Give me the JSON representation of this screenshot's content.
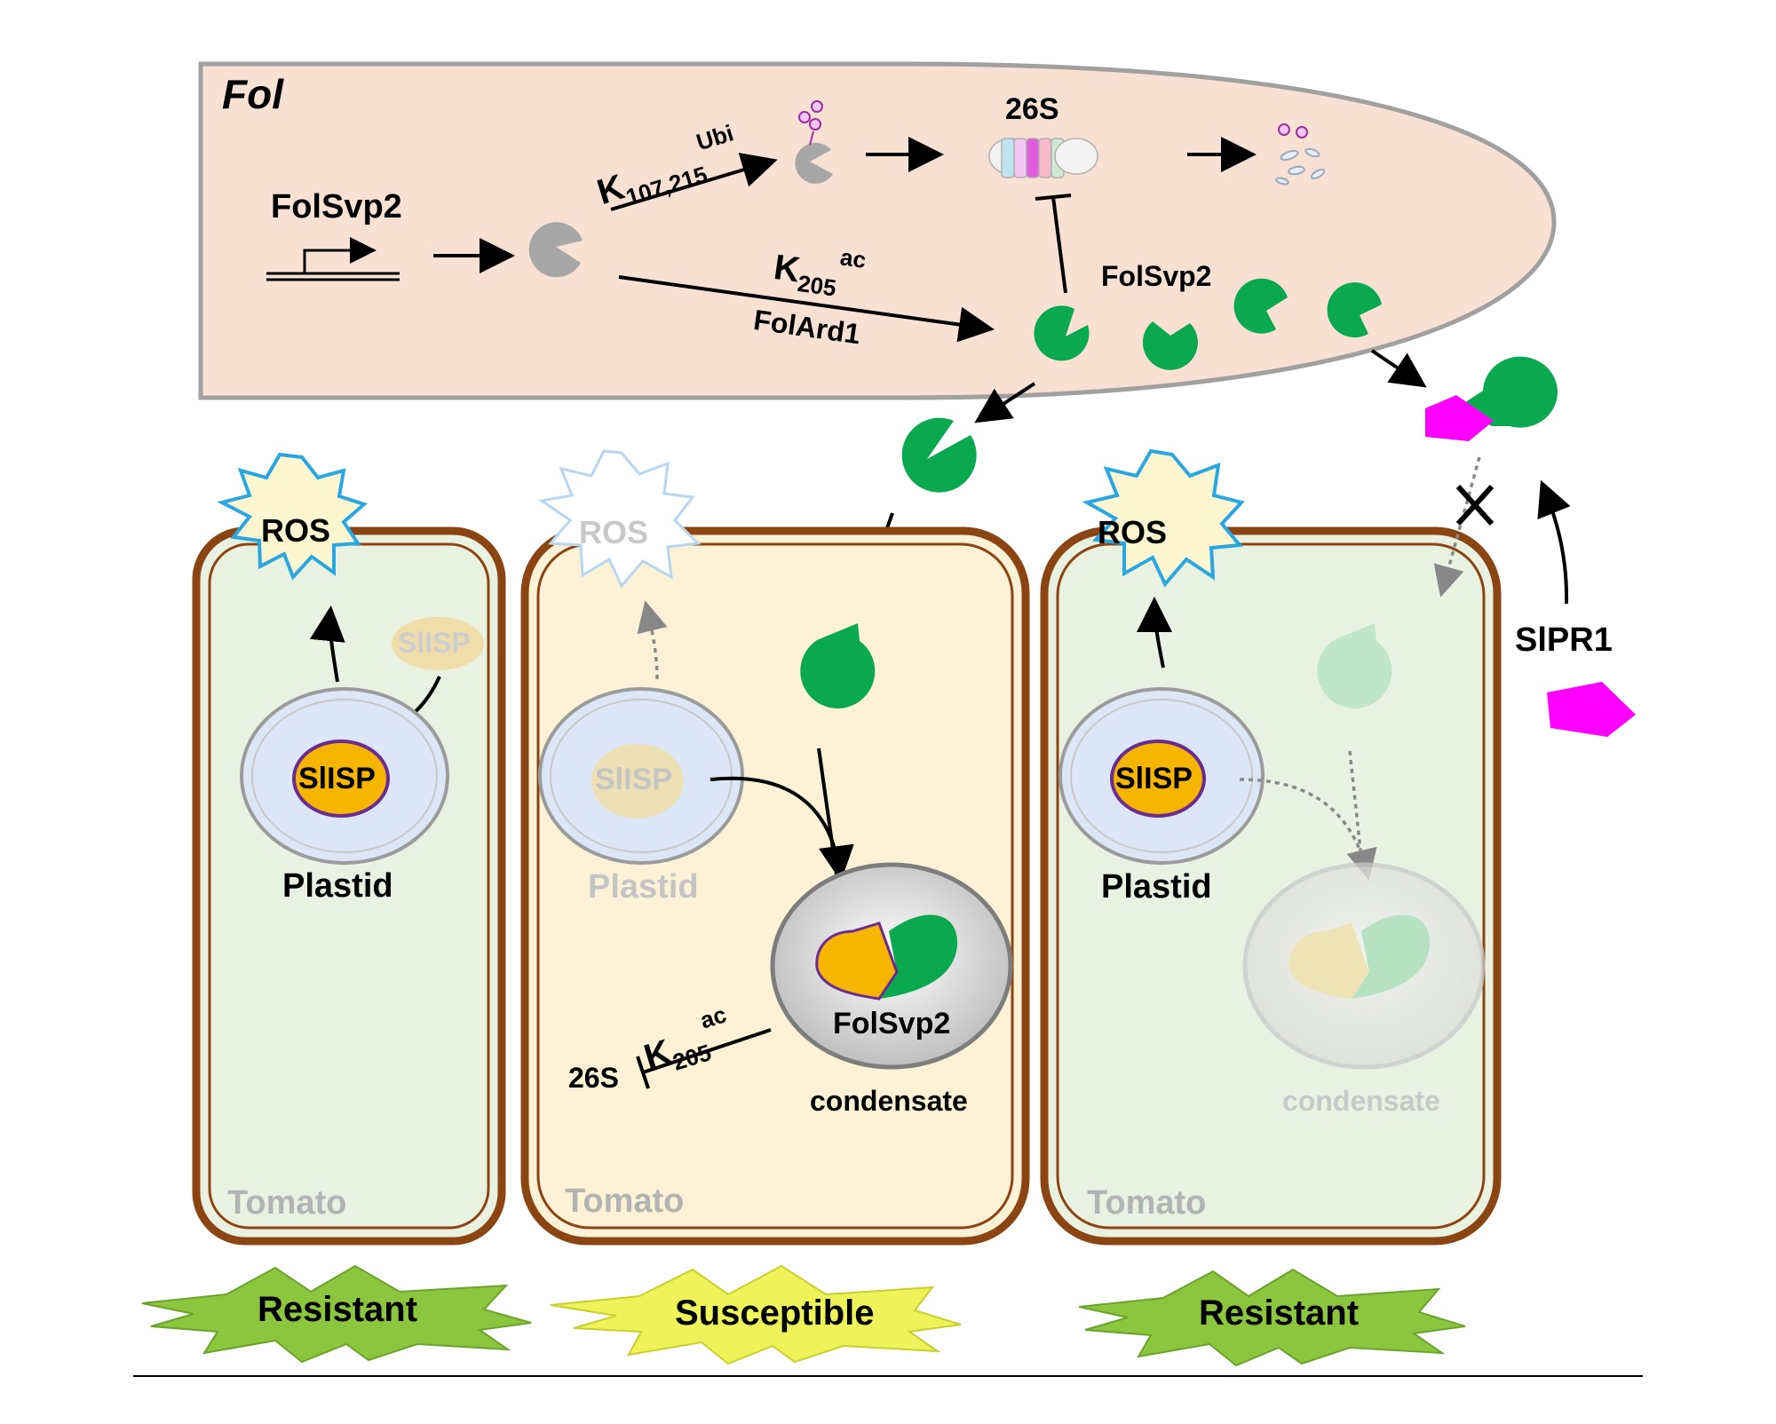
{
  "fungus": {
    "label": "Fol",
    "gene_label": "FolSvp2",
    "ubi_site": "K",
    "ubi_site_sub": "107,215",
    "ubi_site_sup": "Ubi",
    "proteasome_label": "26S",
    "ac_site": "K",
    "ac_site_sub": "205",
    "ac_site_sup": "ac",
    "acetylase_label": "FolArd1",
    "protein_label": "FolSvp2"
  },
  "cells": [
    {
      "ros_label": "ROS",
      "cytosol_protein_label": "SlISP",
      "plastid_protein_label": "SlISP",
      "plastid_label": "Plastid",
      "host_label": "Tomato",
      "outcome_label": "Resistant",
      "fill": "#e9f2e1",
      "outcome_color": "#8cc63f"
    },
    {
      "ros_label": "ROS",
      "plastid_protein_label": "SlISP",
      "plastid_label": "Plastid",
      "proteasome_label": "26S",
      "ac_site": "K",
      "ac_site_sub": "205",
      "ac_site_sup": "ac",
      "condensate_protein_label": "FolSvp2",
      "condensate_label": "condensate",
      "host_label": "Tomato",
      "outcome_label": "Susceptible",
      "fill": "#fdf2d6",
      "outcome_color": "#eef35a"
    },
    {
      "ros_label": "ROS",
      "plastid_protein_label": "SlISP",
      "plastid_label": "Plastid",
      "condensate_label": "condensate",
      "host_label": "Tomato",
      "outcome_label": "Resistant",
      "receptor_label": "SlPR1",
      "fill": "#e9f2e1",
      "outcome_color": "#8cc63f"
    }
  ],
  "colors": {
    "effector": "#0aa84f",
    "slisp_core": "#f7b500",
    "slisp_ring": "#6a2c91",
    "plastid": "#dbe7f6",
    "ros_outline": "#2aa7e0",
    "slpr1": "#ff00ff",
    "cell_wall": "#8b4513",
    "fungus_fill": "#f8e0d2"
  }
}
